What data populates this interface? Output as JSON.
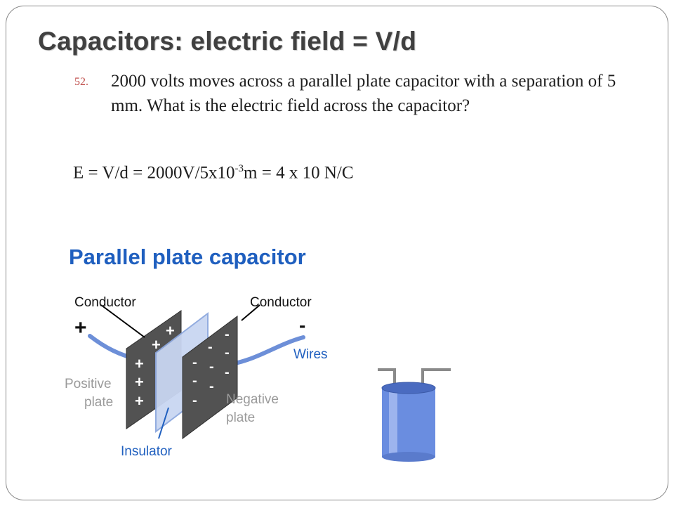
{
  "slide": {
    "title": "Capacitors:  electric field = V/d",
    "question_number": "52.",
    "question_text": "2000 volts moves across a parallel plate capacitor with a separation of 5 mm.  What is the electric field across the capacitor?",
    "equation": {
      "prefix": "E = V/d = 2000V/5x10",
      "exponent": "-3",
      "suffix": "m = 4 x 10 N/C"
    }
  },
  "figure": {
    "heading": "Parallel plate capacitor",
    "labels": {
      "conductor_left": "Conductor",
      "conductor_right": "Conductor",
      "positive_terminal": "+",
      "negative_terminal": "-",
      "wires": "Wires",
      "positive_plate_1": "Positive",
      "positive_plate_2": "plate",
      "negative_plate_1": "Negative",
      "negative_plate_2": "plate",
      "insulator": "Insulator"
    },
    "plus_sign": "+",
    "minus_sign": "-",
    "colors": {
      "heading": "#1f5fbf",
      "wire": "#6d8fd8",
      "plate": "#4f4f4f",
      "insulator": "#c9d6f2",
      "muted_label": "#9a9a9a",
      "canister": "#6a8de0"
    }
  }
}
